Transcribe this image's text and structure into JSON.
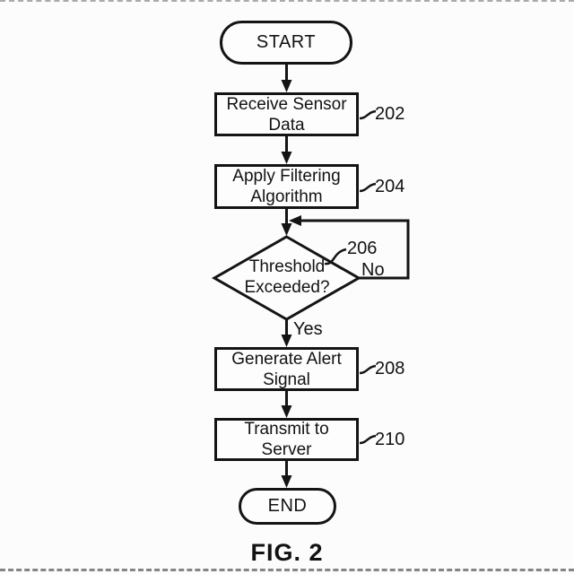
{
  "figure": {
    "caption": "FIG. 2"
  },
  "flow": {
    "start_label": "START",
    "end_label": "END",
    "steps": [
      {
        "line1": "Receive Sensor",
        "line2": "Data",
        "ref": "202"
      },
      {
        "line1": "Apply Filtering",
        "line2": "Algorithm",
        "ref": "204"
      },
      {
        "line1": "Generate Alert",
        "line2": "Signal",
        "ref": "208"
      },
      {
        "line1": "Transmit to",
        "line2": "Server",
        "ref": "210"
      }
    ],
    "decision": {
      "line1": "Threshold",
      "line2": "Exceeded?",
      "ref": "206",
      "yes_label": "Yes",
      "no_label": "No"
    }
  },
  "colors": {
    "ink": "#141414",
    "background": "#fcfcfc"
  }
}
